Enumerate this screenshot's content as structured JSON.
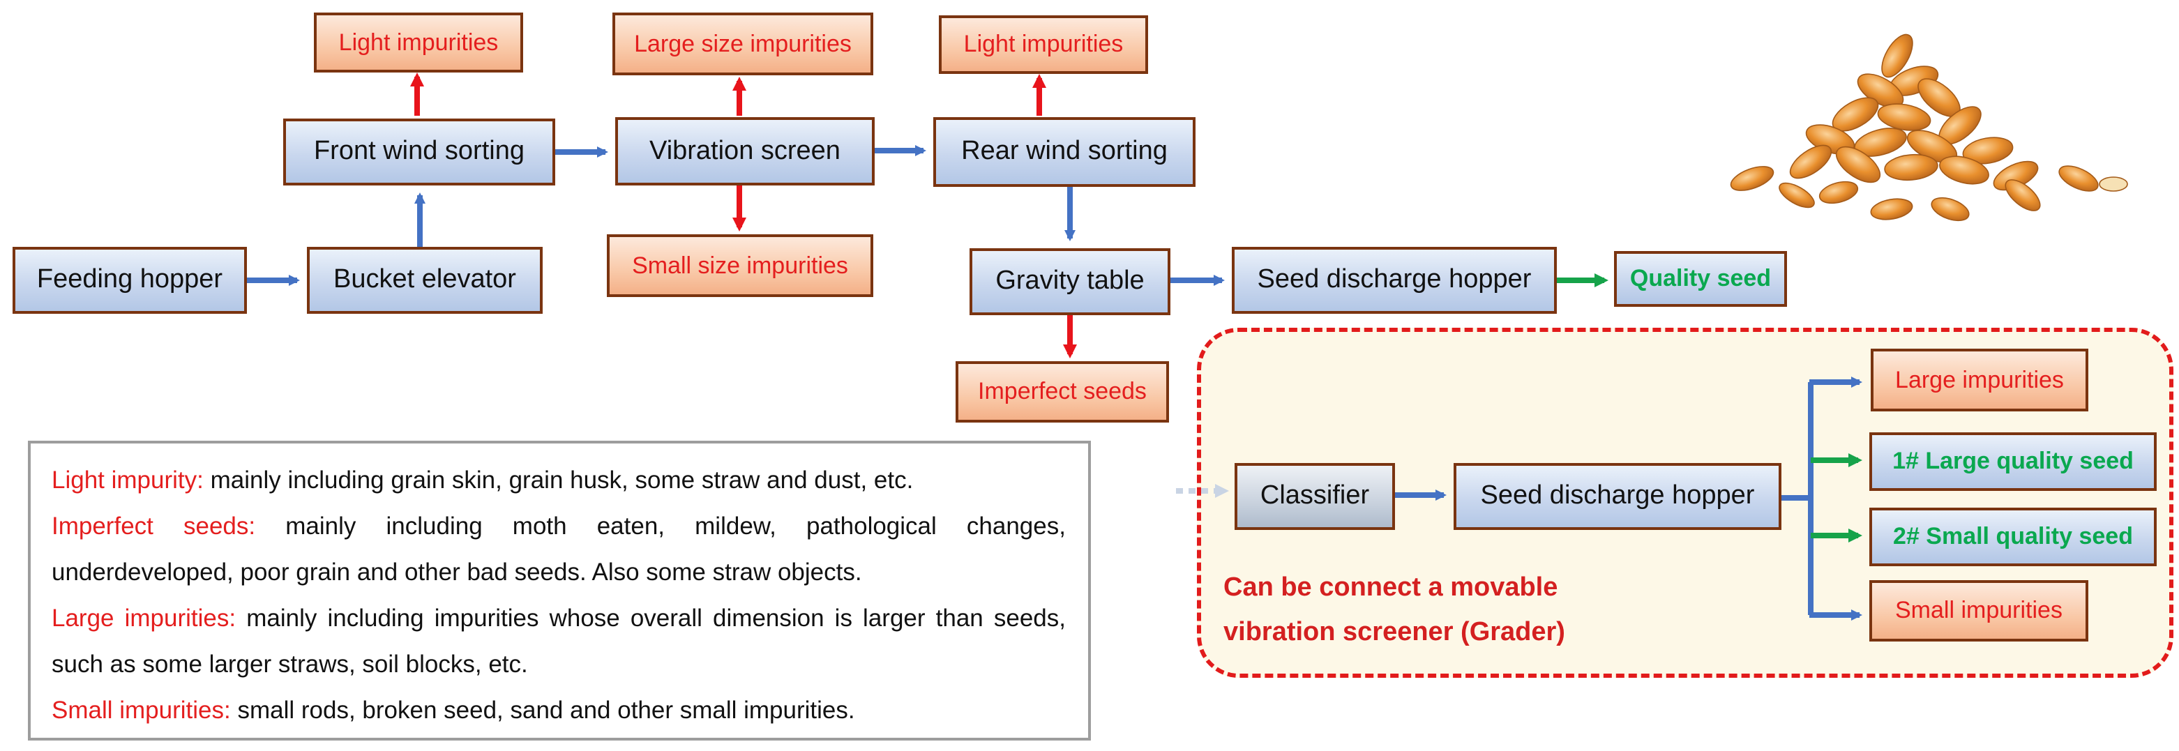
{
  "main_flow": {
    "feeding_hopper": "Feeding hopper",
    "bucket_elevator": "Bucket elevator",
    "front_wind_sorting": "Front wind sorting",
    "vibration_screen": "Vibration screen",
    "rear_wind_sorting": "Rear wind sorting",
    "gravity_table": "Gravity table",
    "seed_discharge_hopper": "Seed discharge hopper",
    "quality_seed": "Quality seed"
  },
  "outputs": {
    "light_impurities_front": "Light impurities",
    "large_size_impurities": "Large size impurities",
    "small_size_impurities": "Small size impurities",
    "light_impurities_rear": "Light impurities",
    "imperfect_seeds": "Imperfect seeds"
  },
  "grader": {
    "classifier": "Classifier",
    "seed_discharge_hopper": "Seed discharge hopper",
    "large_impurities": "Large impurities",
    "large_quality_seed": "1# Large quality seed",
    "small_quality_seed": "2# Small quality seed",
    "small_impurities": "Small impurities",
    "note_line1": "Can be connect a movable",
    "note_line2": "vibration screener (Grader)"
  },
  "legend": {
    "light_term": "Light impurity:",
    "light_desc": " mainly including grain skin, grain husk, some straw and dust, etc.",
    "imperfect_term": "Imperfect seeds:",
    "imperfect_desc": " mainly including moth eaten, mildew, pathological changes, underdeveloped, poor grain and other bad seeds. Also some straw objects.",
    "large_term": "Large impurities:",
    "large_desc": " mainly including impurities whose overall dimension is larger than seeds, such as some larger straws, soil blocks, etc.",
    "small_term": "Small impurities:",
    "small_desc": " small rods, broken seed, sand and other small impurities."
  },
  "colors": {
    "flow_arrow": "#4472c4",
    "reject_arrow": "#e8141b",
    "good_arrow": "#16a34a",
    "dashed_border": "#e21b1b"
  },
  "icons": {
    "seed_pile": "wheat-seed-pile-illustration"
  }
}
